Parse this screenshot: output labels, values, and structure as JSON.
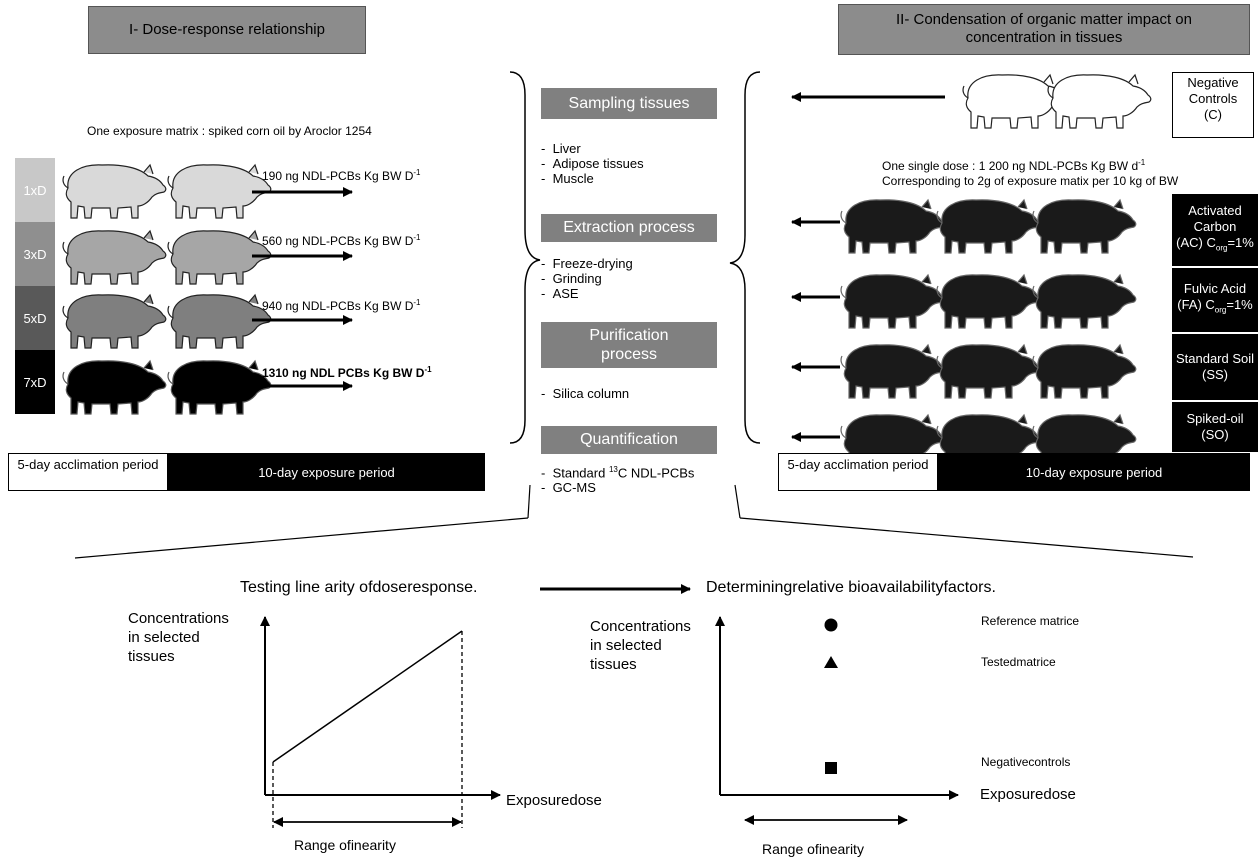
{
  "left_panel": {
    "title": "I- Dose-response relationship",
    "exposure_matrix": "One exposure matrix :   spiked corn oil by Aroclor 1254",
    "doses": [
      {
        "label": "1xD",
        "text": "190 ng NDL-PCBs Kg BW D",
        "sup": "-1"
      },
      {
        "label": "3xD",
        "text": "560 ng NDL-PCBs Kg BW D",
        "sup": "-1"
      },
      {
        "label": "5xD",
        "text": "940 ng NDL-PCBs Kg BW D",
        "sup": "-1"
      },
      {
        "label": "7xD",
        "text": "1310 ng NDL PCBs Kg BW D",
        "sup": "-1"
      }
    ],
    "acclimation": "5-day acclimation period",
    "exposure": "10-day exposure period"
  },
  "middle": {
    "sampling": {
      "title": "Sampling tissues",
      "items": [
        "Liver",
        "Adipose tissues",
        "Muscle"
      ]
    },
    "extraction": {
      "title": "Extraction process",
      "items": [
        "Freeze-drying",
        "Grinding",
        "ASE"
      ]
    },
    "purification": {
      "title_line1": "Purification",
      "title_line2": "process",
      "items": [
        "Silica column"
      ]
    },
    "quantification": {
      "title": "Quantification",
      "item1_pre": "Standard",
      "item1_sup": "13",
      "item1_post": "C NDL-PCBs",
      "item2": "GC-MS"
    }
  },
  "right_panel": {
    "title_line1": "II- Condensation of organic matter impact on",
    "title_line2": "concentration in tissues",
    "negative_controls": [
      "Negative",
      "Controls",
      "(C)"
    ],
    "dose_line1": "One single dose  : 1 200 ng NDL-PCBs Kg BW d",
    "dose_line1_sup": "-1",
    "dose_line2": "Corresponding to 2g of exposure matix per 10 kg of BW",
    "groups": [
      {
        "lines": [
          "Activated",
          "Carbon"
        ],
        "last": "(AC) C",
        "sub": "org",
        "tail": "=1%"
      },
      {
        "lines": [
          "Fulvic Acid"
        ],
        "last": "(FA) C",
        "sub": "org",
        "tail": "=1%"
      },
      {
        "lines": [
          "Standard Soil",
          "(SS)"
        ],
        "last": "",
        "sub": "",
        "tail": ""
      },
      {
        "lines": [
          "Spiked-oil",
          "(SO)"
        ],
        "last": "",
        "sub": "",
        "tail": ""
      }
    ],
    "acclimation": "5-day acclimation period",
    "exposure": "10-day exposure period"
  },
  "bottom": {
    "left_title": "Testing line arity ofdoseresponse.",
    "right_title": "Determiningrelative bioavailabilityfactors.",
    "ylabel": [
      "Concentrations",
      "in selected",
      "tissues"
    ],
    "left_xlabel": "Exposuredose",
    "right_xlabel": "Exposuredose",
    "left_range": "Range ofinearity",
    "right_range": "Range ofinearity",
    "legend": [
      "Reference matrice",
      "Testedmatrice",
      "Negativecontrols"
    ]
  }
}
